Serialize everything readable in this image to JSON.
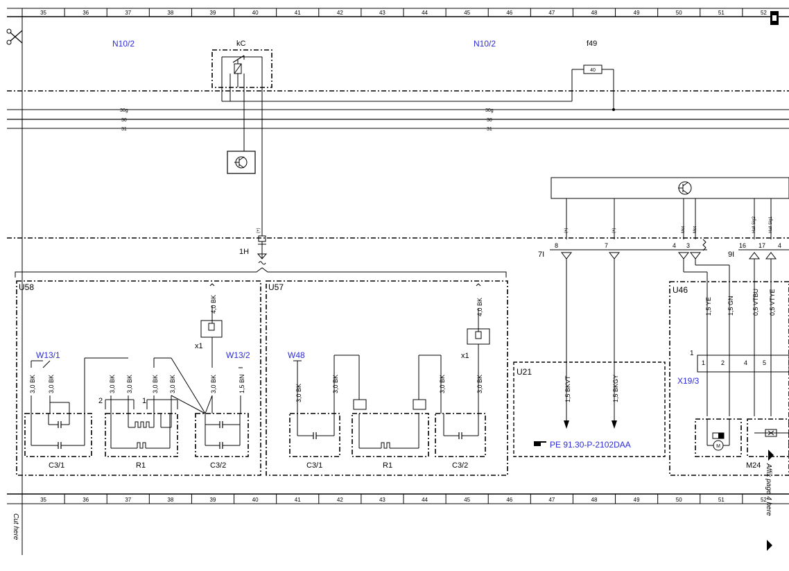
{
  "grid_numbers": [
    "35",
    "36",
    "37",
    "38",
    "39",
    "40",
    "41",
    "42",
    "43",
    "44",
    "45",
    "46",
    "47",
    "48",
    "49",
    "50",
    "51",
    "52"
  ],
  "side_text": {
    "cut_here": "Cut here",
    "affix": "Affix page 4 here"
  },
  "bus": {
    "b30g": "30g",
    "b30": "30",
    "b31": "31"
  },
  "top": {
    "n10_left": "N10/2",
    "n10_right": "N10/2",
    "kc": "kC",
    "f49": "f49",
    "fuse": "40"
  },
  "connector": {
    "c1h": "1H",
    "c7i": "7I",
    "c9i": "9I",
    "pin8": "8",
    "pin7": "7",
    "pin4": "4",
    "pin3": "3",
    "pin16": "16",
    "pin17": "17",
    "pin4b": "4",
    "plus1": "(+)",
    "plus2": "(+)",
    "plus3": "(+)",
    "mot1": "Mot",
    "mot2": "Mot",
    "hall2": "Hall Sig2",
    "hall1": "Hall Sig1"
  },
  "u58": {
    "title": "U58",
    "w13_1": "W13/1",
    "w13_2": "W13/2",
    "x1": "x1",
    "n2": "2",
    "n1": "1",
    "c31": "C3/1",
    "r1": "R1",
    "c32": "C3/2",
    "wires": [
      "3,0 BK",
      "3,0 BK",
      "3,0 BK",
      "3,0 BK",
      "3,0 BK",
      "3,0 BK",
      "3,0 BK",
      "1,5 BN",
      "4,0 BK"
    ]
  },
  "u57": {
    "title": "U57",
    "w48": "W48",
    "x1": "x1",
    "c31": "C3/1",
    "r1": "R1",
    "c32": "C3/2",
    "wires": [
      "3,0 BK",
      "3,0 BK",
      "3,0 BK",
      "3,0 BK",
      "4,0 BK"
    ]
  },
  "u21": {
    "title": "U21",
    "ref": "PE 91.30-P-2102DAA",
    "w1": "1,5 BKVT",
    "w2": "1,5 BKGY"
  },
  "u46": {
    "title": "U46",
    "x19": "X19/3",
    "m24": "M24",
    "pin1": "1",
    "p1": "1",
    "p2": "2",
    "p4": "4",
    "p5": "5",
    "wires": [
      "1,5 YE",
      "1,5 GN",
      "0,5 VTBU",
      "0,5 VTYE"
    ]
  }
}
